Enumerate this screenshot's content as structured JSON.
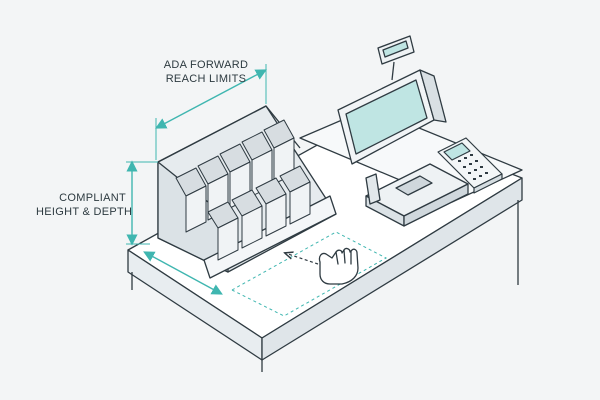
{
  "annotations": {
    "reach_limit": {
      "line1": "ADA FORWARD",
      "line2": "REACH LIMITS"
    },
    "height_depth": {
      "line1": "COMPLIANT",
      "line2": "HEIGHT & DEPTH"
    }
  },
  "colors": {
    "background": "#f3f5f6",
    "outline": "#2f3b42",
    "dimension_accent": "#3fb6b0",
    "screen_fill": "#bfe5e3",
    "counter_top": "#ffffff",
    "counter_side": "#e4e9ec",
    "product_box": "#f0f3f5",
    "product_box_shade": "#d7dde1"
  },
  "icons": {
    "hand": "pointing-hand-icon",
    "arrow": "dashed-arrow-icon"
  }
}
